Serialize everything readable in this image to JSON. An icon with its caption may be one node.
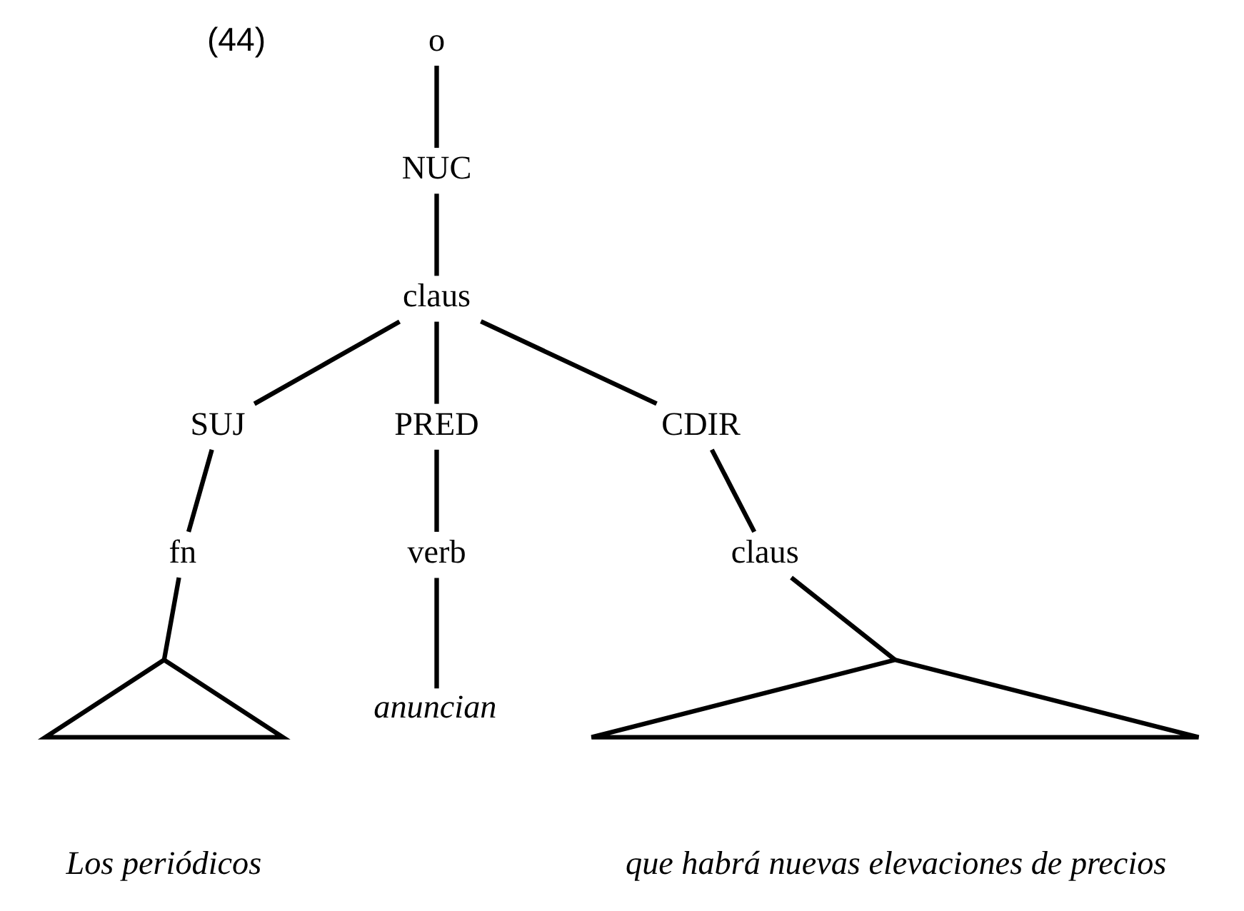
{
  "diagram": {
    "nodes": [
      {
        "text": [
          "o"
        ]
      },
      {
        "text": [
          "NUC"
        ]
      },
      {
        "text": [
          "claus"
        ]
      },
      {
        "text": [
          "SUJ"
        ]
      },
      {
        "text": [
          "PRED"
        ]
      },
      {
        "text": [
          "CDIR"
        ]
      },
      {
        "text": [
          "fn"
        ]
      },
      {
        "text": [
          "verb"
        ]
      },
      {
        "text": [
          "claus"
        ]
      },
      {
        "text": [],
        "shape": "triangle",
        "beside": [
          "Los periódicos"
        ]
      },
      {
        "text": [
          "anuncian"
        ]
      },
      {
        "text": [],
        "shape": "triangle",
        "beside": [
          "que habrá nuevas elevaciones de precios"
        ]
      }
    ],
    "edges": [
      {
        "from": 0,
        "to": 1,
        "arrow": "none"
      },
      {
        "from": 1,
        "to": 2,
        "arrow": "none"
      },
      {
        "from": 2,
        "to": 3,
        "arrow": "none"
      },
      {
        "from": 2,
        "to": 4,
        "arrow": "none"
      },
      {
        "from": 2,
        "to": 5,
        "arrow": "none"
      },
      {
        "from": 3,
        "to": 6,
        "arrow": "none"
      },
      {
        "from": 4,
        "to": 7,
        "arrow": "none"
      },
      {
        "from": 5,
        "to": 8,
        "arrow": "none"
      },
      {
        "from": 6,
        "to": 9,
        "arrow": "none"
      },
      {
        "from": 7,
        "to": 10,
        "arrow": "none"
      },
      {
        "from": 8,
        "to": 11,
        "arrow": "none"
      }
    ],
    "labels": [
      "(44)"
    ]
  }
}
